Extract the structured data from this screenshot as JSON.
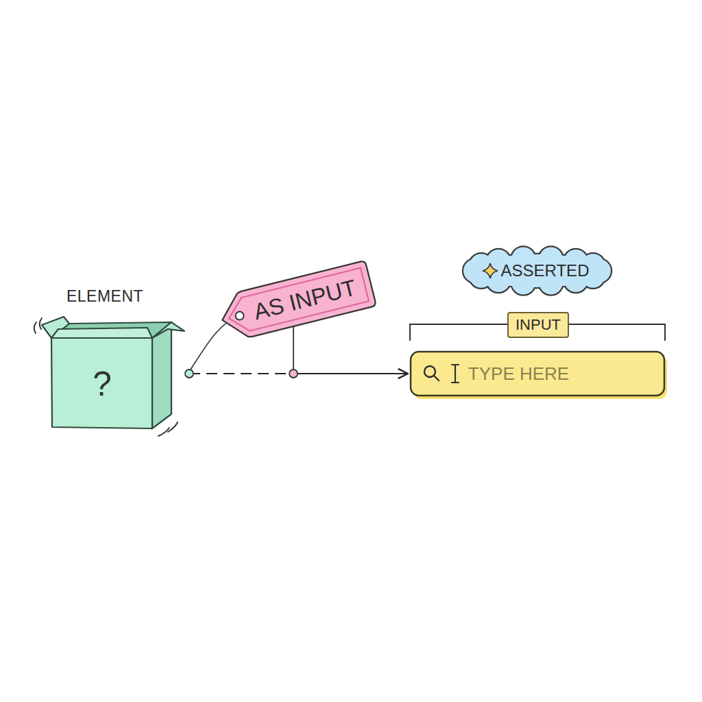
{
  "diagram": {
    "nodes": [
      {
        "text": [
          "ELEMENT",
          "?"
        ]
      },
      {
        "text": [
          "AS INPUT"
        ]
      },
      {
        "text": [
          "ASSERTED"
        ]
      },
      {
        "text": [
          "INPUT"
        ]
      },
      {
        "text": [
          "TYPE HERE"
        ]
      }
    ],
    "edges": [
      {
        "from": 0,
        "to": 4,
        "arrow": "to"
      }
    ]
  }
}
